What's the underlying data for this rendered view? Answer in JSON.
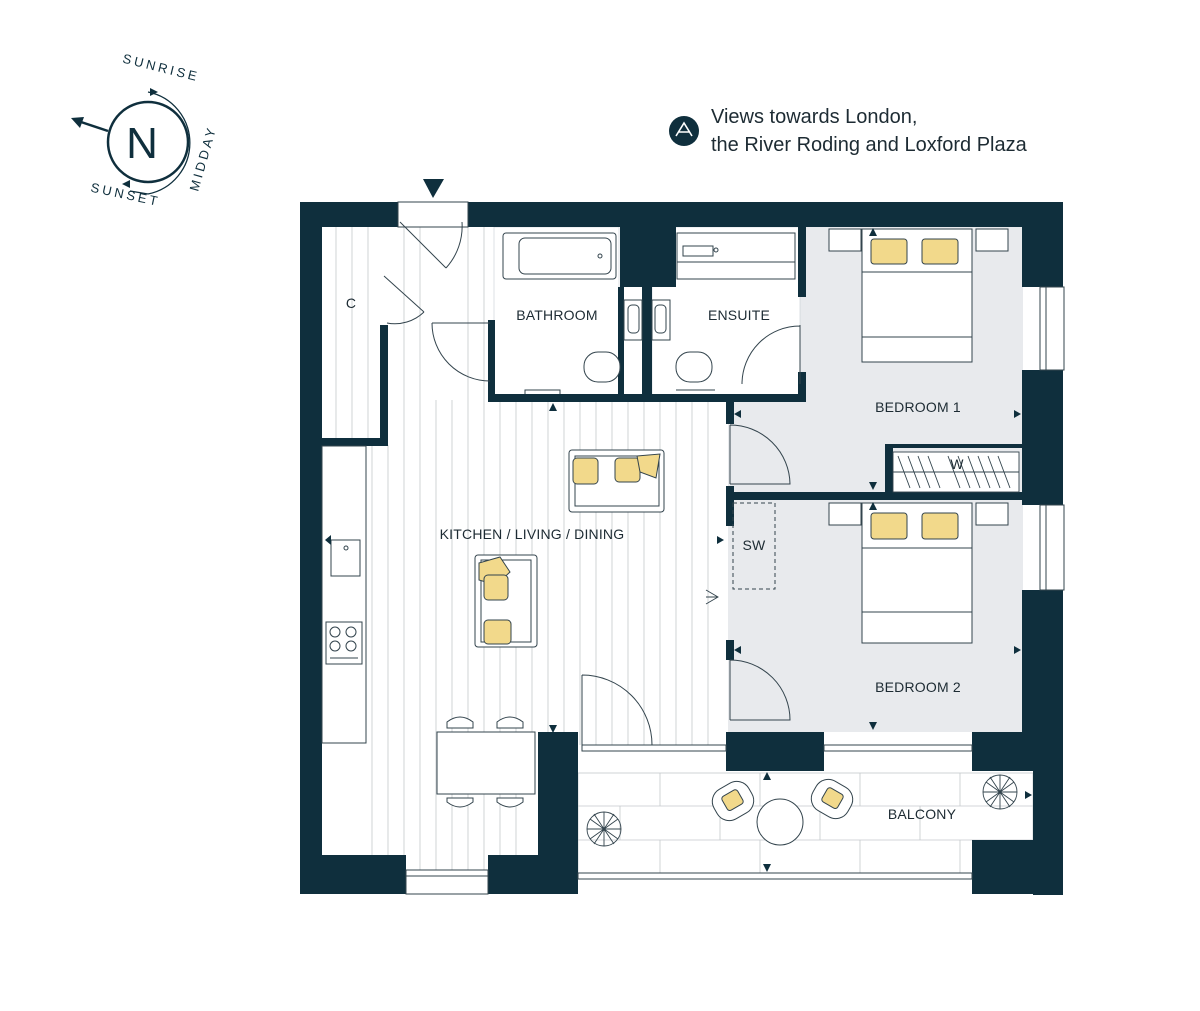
{
  "compass": {
    "north_letter": "N",
    "sunrise": "SUNRISE",
    "midday": "MIDDAY",
    "sunset": "SUNSET"
  },
  "views": {
    "line1": "Views towards London,",
    "line2": "the River Roding and Loxford Plaza",
    "icon": "view-arrow-icon"
  },
  "rooms": {
    "cupboard": "C",
    "bathroom": "BATHROOM",
    "ensuite": "ENSUITE",
    "bedroom1": "BEDROOM 1",
    "wardrobe": "W",
    "kitchen_living_dining": "KITCHEN / LIVING / DINING",
    "storage_sw": "SW",
    "bedroom2": "BEDROOM 2",
    "balcony": "BALCONY"
  },
  "colors": {
    "wall": "#0f2f3d",
    "bedroom_fill": "#e8eaed",
    "cushion": "#f2d98b",
    "line": "#33444d"
  }
}
